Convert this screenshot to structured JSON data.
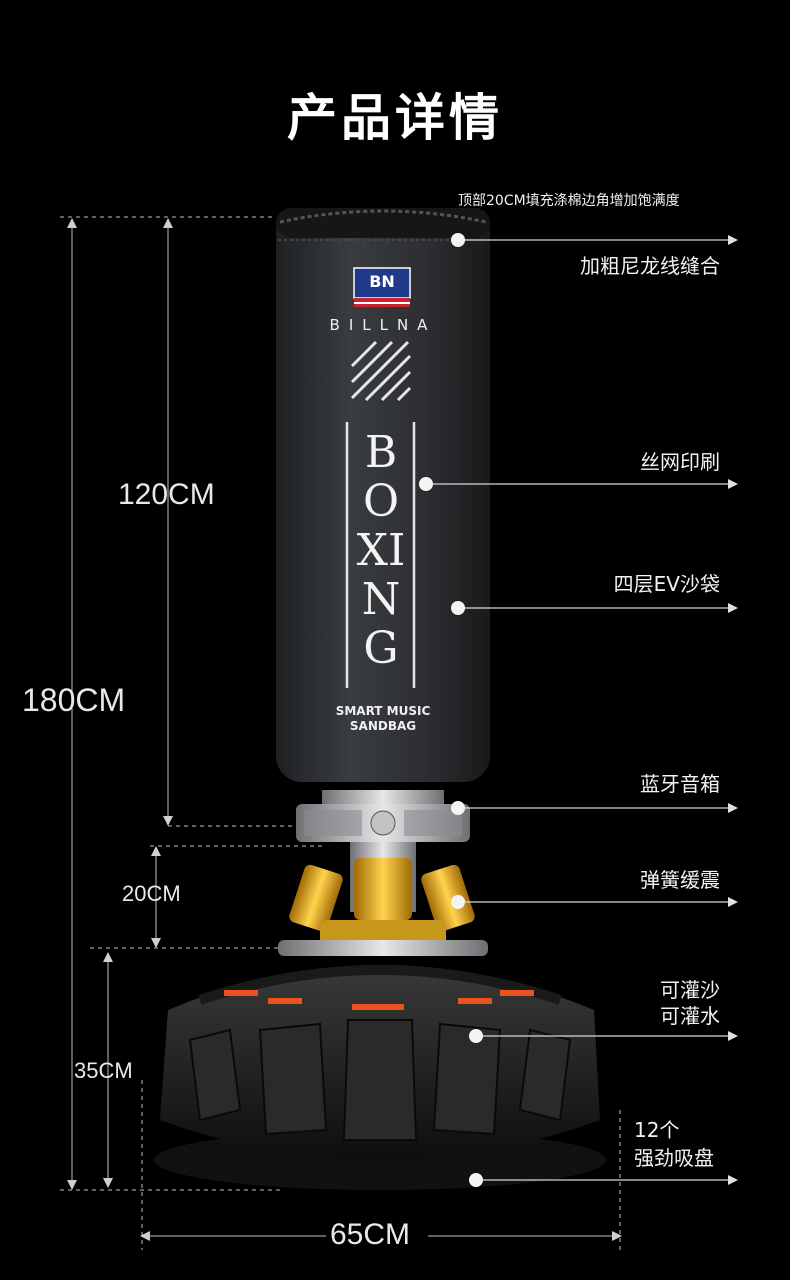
{
  "page": {
    "title": "产品详情"
  },
  "brand": {
    "logo_text": "BILLNA",
    "logo_mark": "BN",
    "vertical_word": "BOXING",
    "subtitle_line1": "SMART MUSIC",
    "subtitle_line2": "SANDBAG"
  },
  "dimensions": {
    "total_height": "180CM",
    "bag_height": "120CM",
    "spring_height": "20CM",
    "base_height": "35CM",
    "base_width": "65CM"
  },
  "callouts": {
    "top": "顶部20CM填充涤棉边角增加饱满度",
    "seam": "加粗尼龙线缝合",
    "print": "丝网印刷",
    "sandbag": "四层EV沙袋",
    "speaker": "蓝牙音箱",
    "spring": "弹簧缓震",
    "fill_line1": "可灌沙",
    "fill_line2": "可灌水",
    "suction_line1": "12个",
    "suction_line2": "强劲吸盘"
  },
  "colors": {
    "background": "#000000",
    "bag": "#2d2f31",
    "spring": "#e8b21a",
    "accent_orange": "#e8541c",
    "flag_red": "#c8232c",
    "flag_blue": "#1f3a8a"
  }
}
